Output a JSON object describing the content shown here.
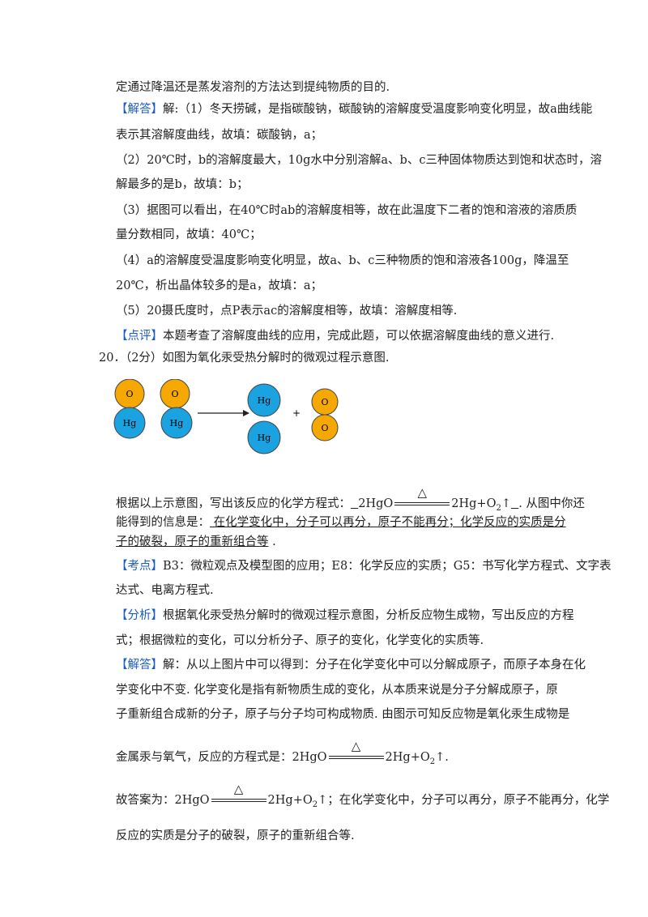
{
  "lines": {
    "l1": "定通过降温还是蒸发溶剂的方法达到提纯物质的目的.",
    "l2_tag": "【解答】",
    "l2": "解:（1）冬天捞碱，是指碳酸钠，碳酸钠的溶解度受温度影响变化明显，故a曲线能",
    "l3": "表示其溶解度曲线，故填：碳酸钠，a；",
    "l4": "（2）20℃时，b的溶解度最大，10g水中分别溶解a、b、c三种固体物质达到饱和状态时，溶",
    "l5": "解最多的是b，故填：b；",
    "l6": "（3）据图可以看出，在40℃时ab的溶解度相等，故在此温度下二者的饱和溶液的溶质质",
    "l7": "量分数相同，故填：40℃；",
    "l8": "（4）a的溶解度受温度影响变化明显，故a、b、c三种物质的饱和溶液各100g，降温至",
    "l9": "20℃，析出晶体较多的是a，故填：a；",
    "l10": "（5）20摄氏度时，点P表示ac的溶解度相等，故填：溶解度相等.",
    "l11_tag": "【点评】",
    "l11": "本题考查了溶解度曲线的应用，完成此题，可以依据溶解度曲线的意义进行.",
    "q20": "20．（2分）如图为氧化汞受热分解时的微观过程示意图.",
    "ans1_pre": "根据以上示意图，写出该反应的化学方程式：",
    "ans1_post": ".  从图中你还",
    "ans2_pre": "能得到的信息是：",
    "ans2_u": "  在化学变化中，分子可以再分，原子不能再分；化学反应的实质是分",
    "ans3_u": "子的破裂，原子的重新组合等",
    "ans3_post": "  .",
    "kd_tag": "【考点】",
    "kd1": "B3：微粒观点及模型图的应用；E8：化学反应的实质；G5：书写化学方程式、文字表",
    "kd2": "达式、电离方程式.",
    "fx_tag": "【分析】",
    "fx1": "根据氧化汞受热分解时的微观过程示意图，分析反应物生成物，写出反应的方程",
    "fx2": "式；根据微粒的变化，可以分析分子、原子的变化，化学变化的实质等.",
    "jd_tag": "【解答】",
    "jd1": "解：从以上图片中可以得到：分子在化学变化中可以分解成原子，而原子本身在化",
    "jd2": "学变化中不变. 化学变化是指有新物质生成的变化，从本质来说是分子分解成原子，原",
    "jd3": "子重新组合成新的分子，原子与分子均可构成物质. 由图示可知反应物是氧化汞生成物是",
    "jd4_pre": "金属汞与氧气，反应的方程式是：",
    "jd4_post": ".",
    "da_pre": "故答案为：",
    "da_post": "；在化学变化中，分子可以再分，原子不能再分，化学",
    "da2": "反应的实质是分子的破裂，原子的重新组合等."
  },
  "equation": {
    "left": "2HgO",
    "delta": "△",
    "right": "2Hg+O",
    "sub": "2",
    "arrow": "↑"
  },
  "diagram": {
    "o_label": "O",
    "hg_label": "Hg",
    "plus": "+",
    "colors": {
      "oxygen": "#f5a800",
      "mercury": "#1aa3e0",
      "stroke": "#444444"
    }
  }
}
